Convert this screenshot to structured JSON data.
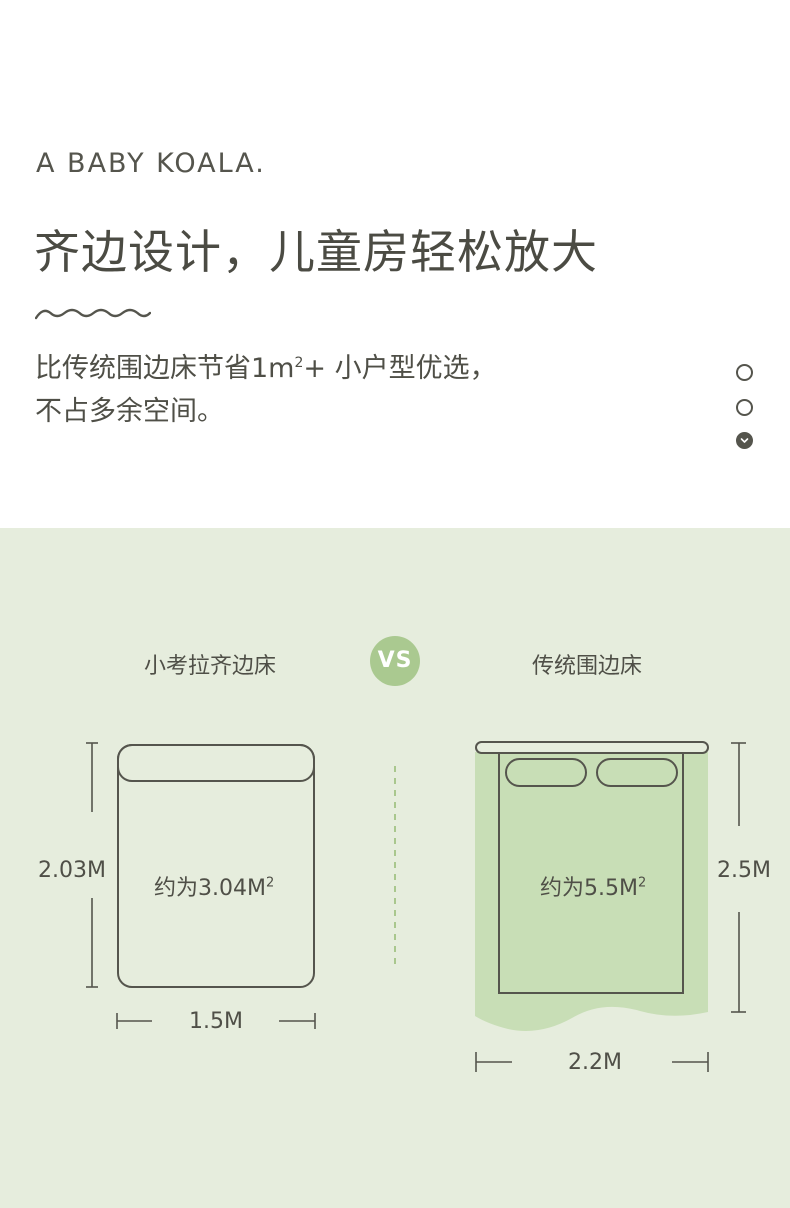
{
  "brand": "A BABY KOALA.",
  "headline": "齐边设计，儿童房轻松放大",
  "description": {
    "line1_before_sup": "比传统围边床节省1m",
    "line1_sup": "2",
    "line1_after_sup": "+ 小户型优选，",
    "line2": "不占多余空间。"
  },
  "pagination": {
    "count": 3,
    "active": 2
  },
  "comparison": {
    "left_title": "小考拉齐边床",
    "vs": "VS",
    "right_title": "传统围边床",
    "left": {
      "length": "2.03M",
      "width": "1.5M",
      "area_text": "约为3.04M",
      "area_sup": "2"
    },
    "right": {
      "length": "2.5M",
      "width": "2.2M",
      "area_text": "约为5.5M",
      "area_sup": "2"
    }
  },
  "colors": {
    "panel_bg": "#e6eddd",
    "accent_green": "#aac990",
    "bed_green": "#c8deb6",
    "ink": "#55554d"
  }
}
